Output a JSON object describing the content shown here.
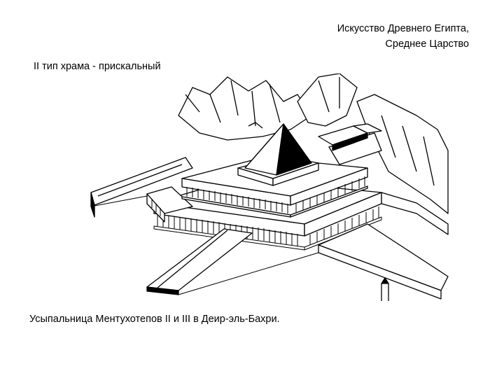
{
  "header": {
    "line1": "Искусство Древнего Египта,",
    "line2": "Среднее Царство"
  },
  "subtitle": "II тип храма - прискальный",
  "caption": "Усыпальница Ментухотепов II и III в Деир-эль-Бахри.",
  "illustration": {
    "subject": "temple-reconstruction",
    "ink_color": "#000000",
    "paper_color": "#ffffff"
  }
}
